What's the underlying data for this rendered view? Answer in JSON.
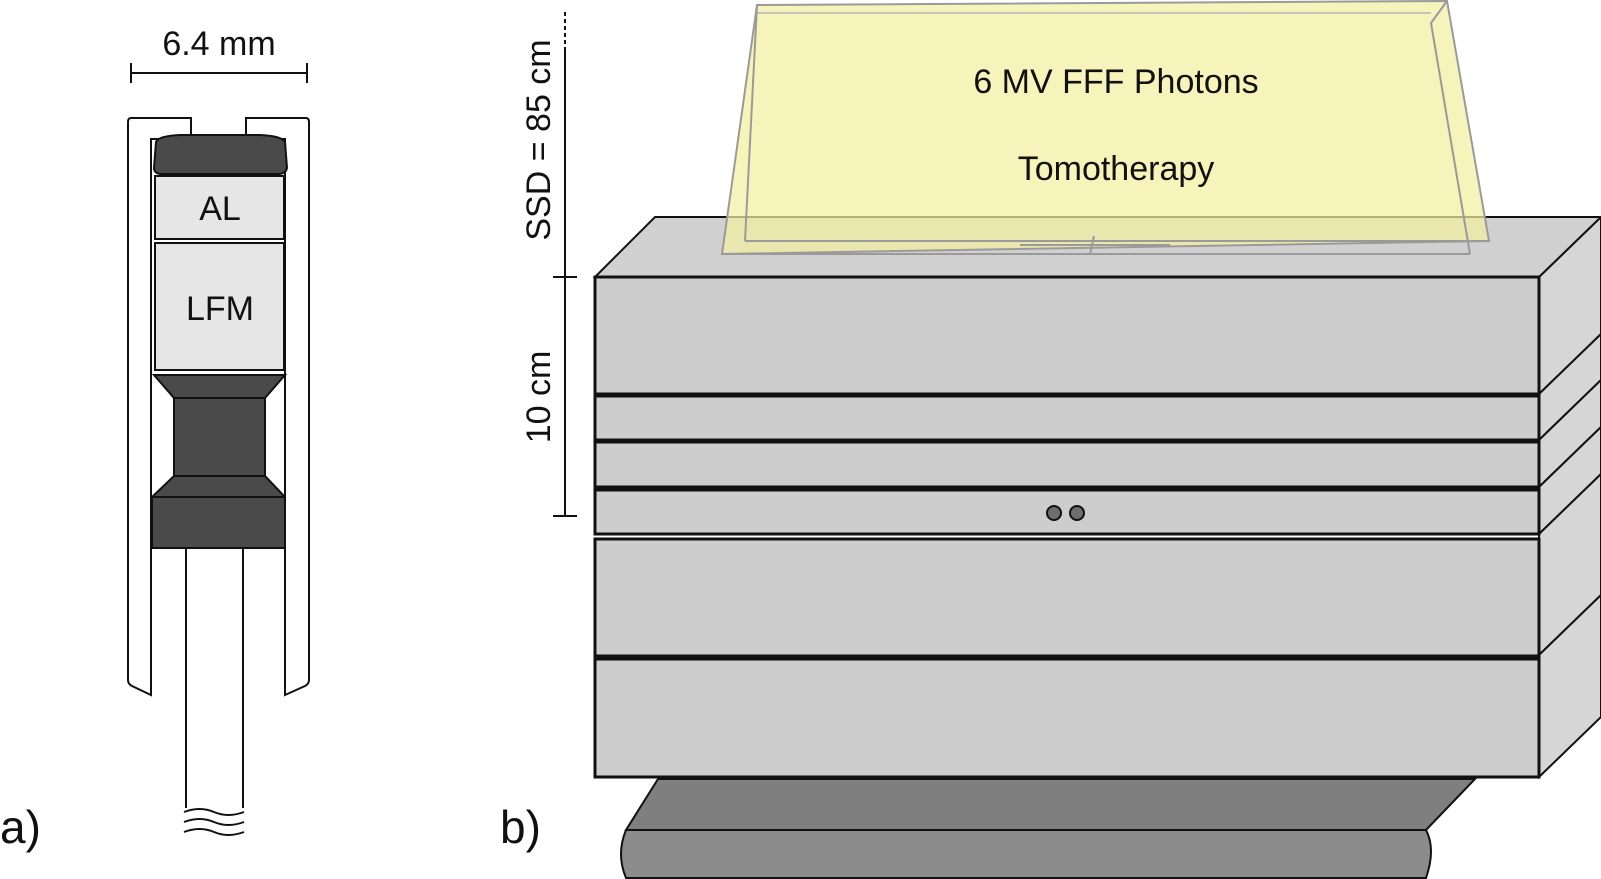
{
  "panel_a": {
    "label": "a)",
    "dimension_label": "6.4 mm",
    "layer_top_label": "AL",
    "layer_main_label": "LFM"
  },
  "panel_b": {
    "label": "b)",
    "ssd_label": "SSD = 85 cm",
    "depth_label": "10 cm",
    "beam_line1": "6 MV FFF Photons",
    "beam_line2": "Tomotherapy"
  },
  "colors": {
    "detector_dark": "#4a4a4a",
    "detector_light": "#e6e6e6",
    "phantom_front": "#cdcdcd",
    "phantom_side": "#d6d6d6",
    "couch": "#8c8c8c",
    "beam_fill": "#f2f0a0",
    "outline": "#111111"
  }
}
